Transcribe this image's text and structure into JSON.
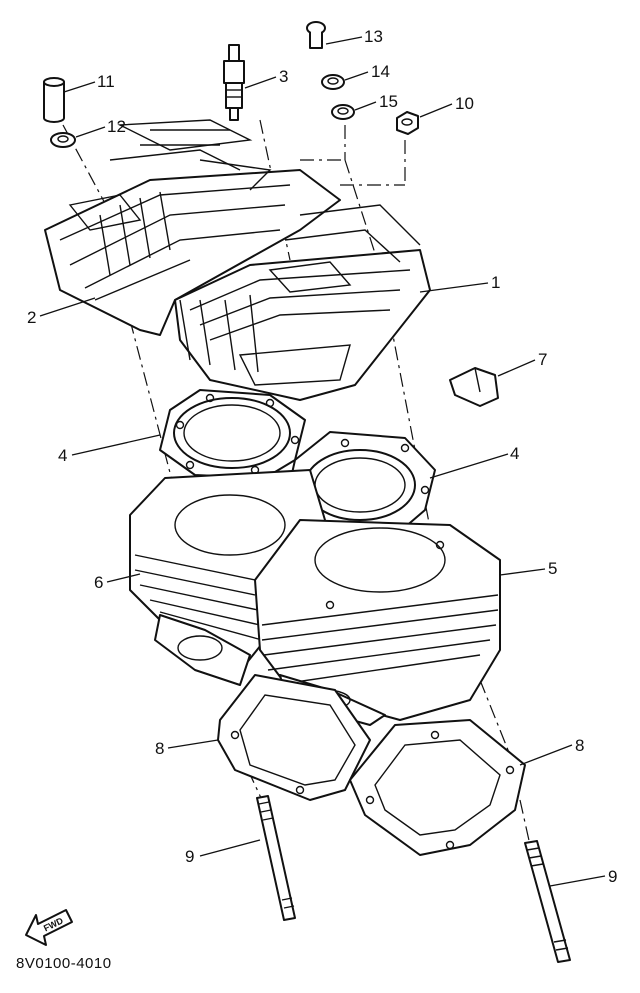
{
  "callouts": {
    "c1": "1",
    "c2": "2",
    "c3": "3",
    "c4a": "4",
    "c4b": "4",
    "c5": "5",
    "c6": "6",
    "c7": "7",
    "c8a": "8",
    "c8b": "8",
    "c9a": "9",
    "c9b": "9",
    "c10": "10",
    "c11": "11",
    "c12": "12",
    "c13": "13",
    "c14": "14",
    "c15": "15"
  },
  "arrow_label": "FWD",
  "diagram_code": "8V0100-4010"
}
